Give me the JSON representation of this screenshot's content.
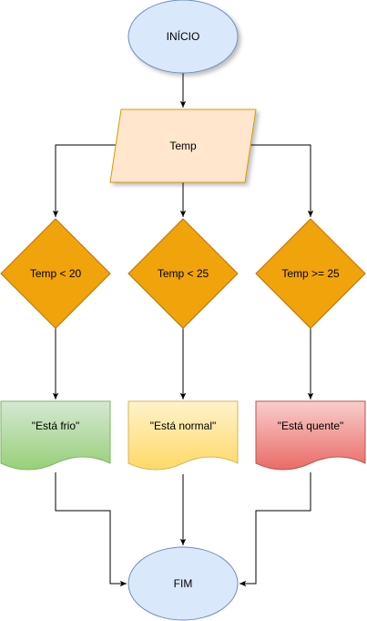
{
  "flowchart": {
    "start": {
      "label": "INÍCIO",
      "shape": "ellipse"
    },
    "input": {
      "label": "Temp",
      "shape": "parallelogram"
    },
    "decisions": [
      {
        "label": "Temp < 20",
        "shape": "diamond"
      },
      {
        "label": "Temp < 25",
        "shape": "diamond"
      },
      {
        "label": "Temp >= 25",
        "shape": "diamond"
      }
    ],
    "outputs": [
      {
        "label": "\"Está frio\"",
        "shape": "document",
        "color": "green"
      },
      {
        "label": "\"Está normal\"",
        "shape": "document",
        "color": "yellow"
      },
      {
        "label": "\"Está quente\"",
        "shape": "document",
        "color": "red"
      }
    ],
    "end": {
      "label": "FIM",
      "shape": "ellipse"
    }
  },
  "colors": {
    "terminal_fill": "#dae8fc",
    "terminal_stroke": "#6c8ebf",
    "input_fill": "#ffe6cc",
    "input_stroke": "#d79b00",
    "decision_fill": "#f0a30a",
    "decision_stroke": "#bd7000",
    "green_top": "#d5e8d4",
    "green_bottom": "#97d077",
    "green_stroke": "#82b366",
    "yellow_top": "#fff2cc",
    "yellow_bottom": "#ffd966",
    "yellow_stroke": "#d6b656",
    "red_top": "#f8cecc",
    "red_bottom": "#ea6b66",
    "red_stroke": "#b85450"
  }
}
